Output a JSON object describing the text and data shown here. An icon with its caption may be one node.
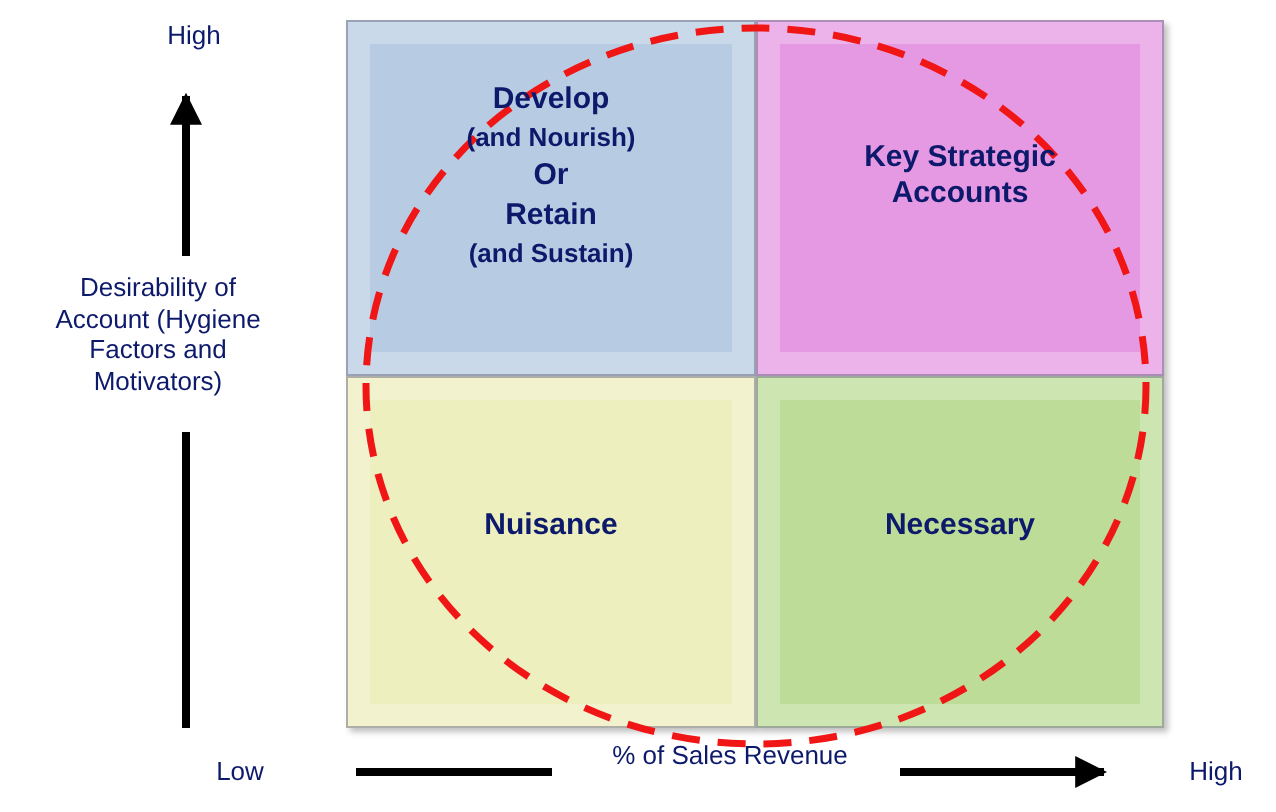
{
  "diagram": {
    "nodes": [
      {
        "text": [
          "Develop",
          "(and Nourish)",
          "Or",
          "Retain",
          "(and Sustain)"
        ]
      },
      {
        "text": [
          "Key Strategic Accounts"
        ]
      },
      {
        "text": [
          "Nuisance"
        ]
      },
      {
        "text": [
          "Necessary"
        ]
      }
    ],
    "labels": [
      "High",
      "Desirability of Account (Hygiene Factors and Motivators)",
      "Low",
      "% of Sales Revenue",
      "High"
    ]
  }
}
